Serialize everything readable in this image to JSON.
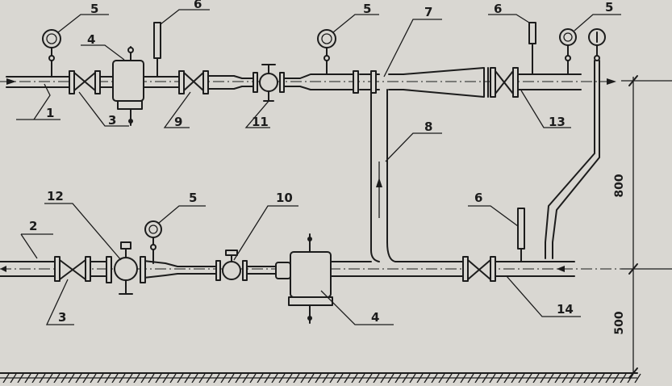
{
  "labels": {
    "l1": "1",
    "l2": "2",
    "l3a": "3",
    "l3b": "3",
    "l4a": "4",
    "l4b": "4",
    "l5a": "5",
    "l5b": "5",
    "l5c": "5",
    "l5d": "5",
    "l6a": "6",
    "l6b": "6",
    "l6c": "6",
    "l7": "7",
    "l8": "8",
    "l9": "9",
    "l10": "10",
    "l11": "11",
    "l12": "12",
    "l13": "13",
    "l14": "14"
  },
  "dimensions": {
    "upper": "800",
    "lower": "500"
  },
  "colors": {
    "paper": "#d9d7d2",
    "ink": "#1c1c1c"
  }
}
